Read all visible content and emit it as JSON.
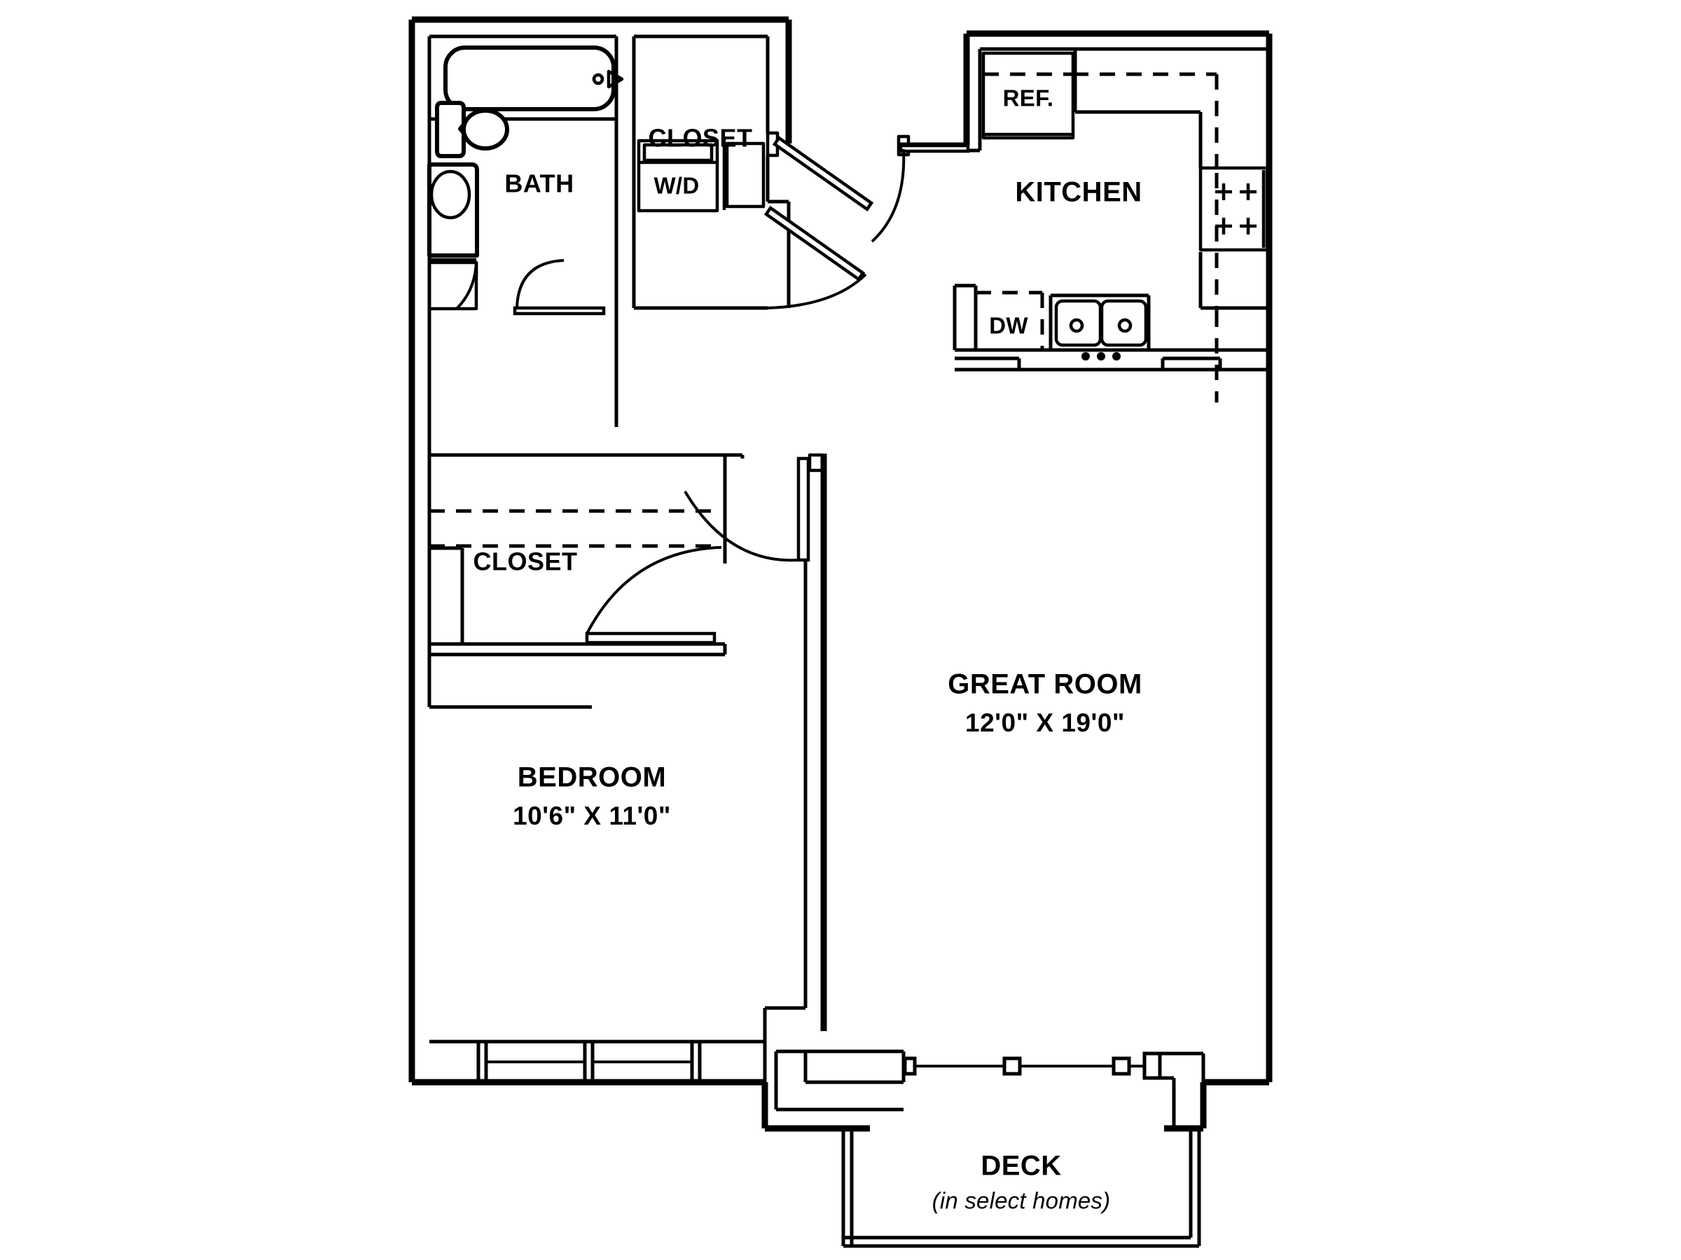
{
  "document": {
    "type": "apartment-floor-plan",
    "title": "One Bedroom Floor Plan",
    "line_color": "#000000",
    "background_color": "#ffffff"
  },
  "rooms": [
    {
      "id": "bath",
      "label": "BATH",
      "dimensions": ""
    },
    {
      "id": "closet_bath",
      "label": "CLOSET",
      "dimensions": ""
    },
    {
      "id": "laundry",
      "label": "W/D",
      "dimensions": ""
    },
    {
      "id": "kitchen",
      "label": "KITCHEN",
      "dimensions": ""
    },
    {
      "id": "refrigerator",
      "label": "REF.",
      "dimensions": ""
    },
    {
      "id": "dishwasher",
      "label": "DW",
      "dimensions": ""
    },
    {
      "id": "great_room",
      "label": "GREAT ROOM",
      "dimensions": "12'0\" X 19'0\""
    },
    {
      "id": "bedroom",
      "label": "BEDROOM",
      "dimensions": "10'6\" X 11'0\""
    },
    {
      "id": "closet_bed",
      "label": "CLOSET",
      "dimensions": ""
    },
    {
      "id": "deck",
      "label": "DECK",
      "dimensions": ""
    }
  ],
  "labels": {
    "bath": "BATH",
    "closet_bath": "CLOSET",
    "washer_dryer": "W/D",
    "kitchen": "KITCHEN",
    "refrigerator": "REF.",
    "dishwasher": "DW",
    "great_room": "GREAT ROOM",
    "great_room_dimensions": "12'0\" X 19'0\"",
    "bedroom": "BEDROOM",
    "bedroom_dimensions": "10'6\" X 11'0\"",
    "closet_bedroom": "CLOSET",
    "deck": "DECK",
    "deck_note": "(in select homes)"
  },
  "fixtures": [
    {
      "name": "bathtub",
      "room": "bath",
      "description": "rounded rectangle tub with drain and faucet"
    },
    {
      "name": "toilet",
      "room": "bath",
      "description": "oval bowl with rectangular tank"
    },
    {
      "name": "vanity-sink",
      "room": "bath",
      "description": "oval sink in rectangular counter"
    },
    {
      "name": "linen-cabinet",
      "room": "bath",
      "description": "small cabinet with swing door"
    },
    {
      "name": "washer-dryer",
      "room": "laundry",
      "description": "stacked washer dryer unit with control panel"
    },
    {
      "name": "laundry-shelf",
      "room": "laundry",
      "description": "narrow shelving unit"
    },
    {
      "name": "refrigerator",
      "room": "kitchen",
      "description": "refrigerator box"
    },
    {
      "name": "cooktop-range",
      "room": "kitchen",
      "description": "four burner range"
    },
    {
      "name": "kitchen-sink",
      "room": "kitchen",
      "description": "double basin sink with three faucet holes"
    },
    {
      "name": "dishwasher",
      "room": "kitchen",
      "description": "dashed outline dishwasher"
    },
    {
      "name": "upper-cabinets",
      "room": "kitchen",
      "description": "dashed overhead cabinet lines"
    },
    {
      "name": "closet-shelf",
      "room": "closet_bed",
      "description": "dashed shelf and rod lines"
    }
  ],
  "openings": [
    {
      "name": "entry-door",
      "type": "swing-door",
      "location": "kitchen-entry"
    },
    {
      "name": "closet-bifold-door",
      "type": "bifold-door",
      "location": "bath-closet"
    },
    {
      "name": "bath-door",
      "type": "swing-door",
      "location": "bath"
    },
    {
      "name": "bedroom-door",
      "type": "swing-door",
      "location": "bedroom"
    },
    {
      "name": "closet-door",
      "type": "swing-door",
      "location": "bedroom-closet"
    },
    {
      "name": "bedroom-window-1",
      "type": "window",
      "location": "bedroom-south-wall"
    },
    {
      "name": "bedroom-window-2",
      "type": "window",
      "location": "bedroom-south-wall"
    },
    {
      "name": "sliding-glass-door",
      "type": "sliding-door",
      "location": "great-room-to-deck"
    },
    {
      "name": "deck-railing",
      "type": "railing",
      "location": "deck-perimeter"
    }
  ]
}
